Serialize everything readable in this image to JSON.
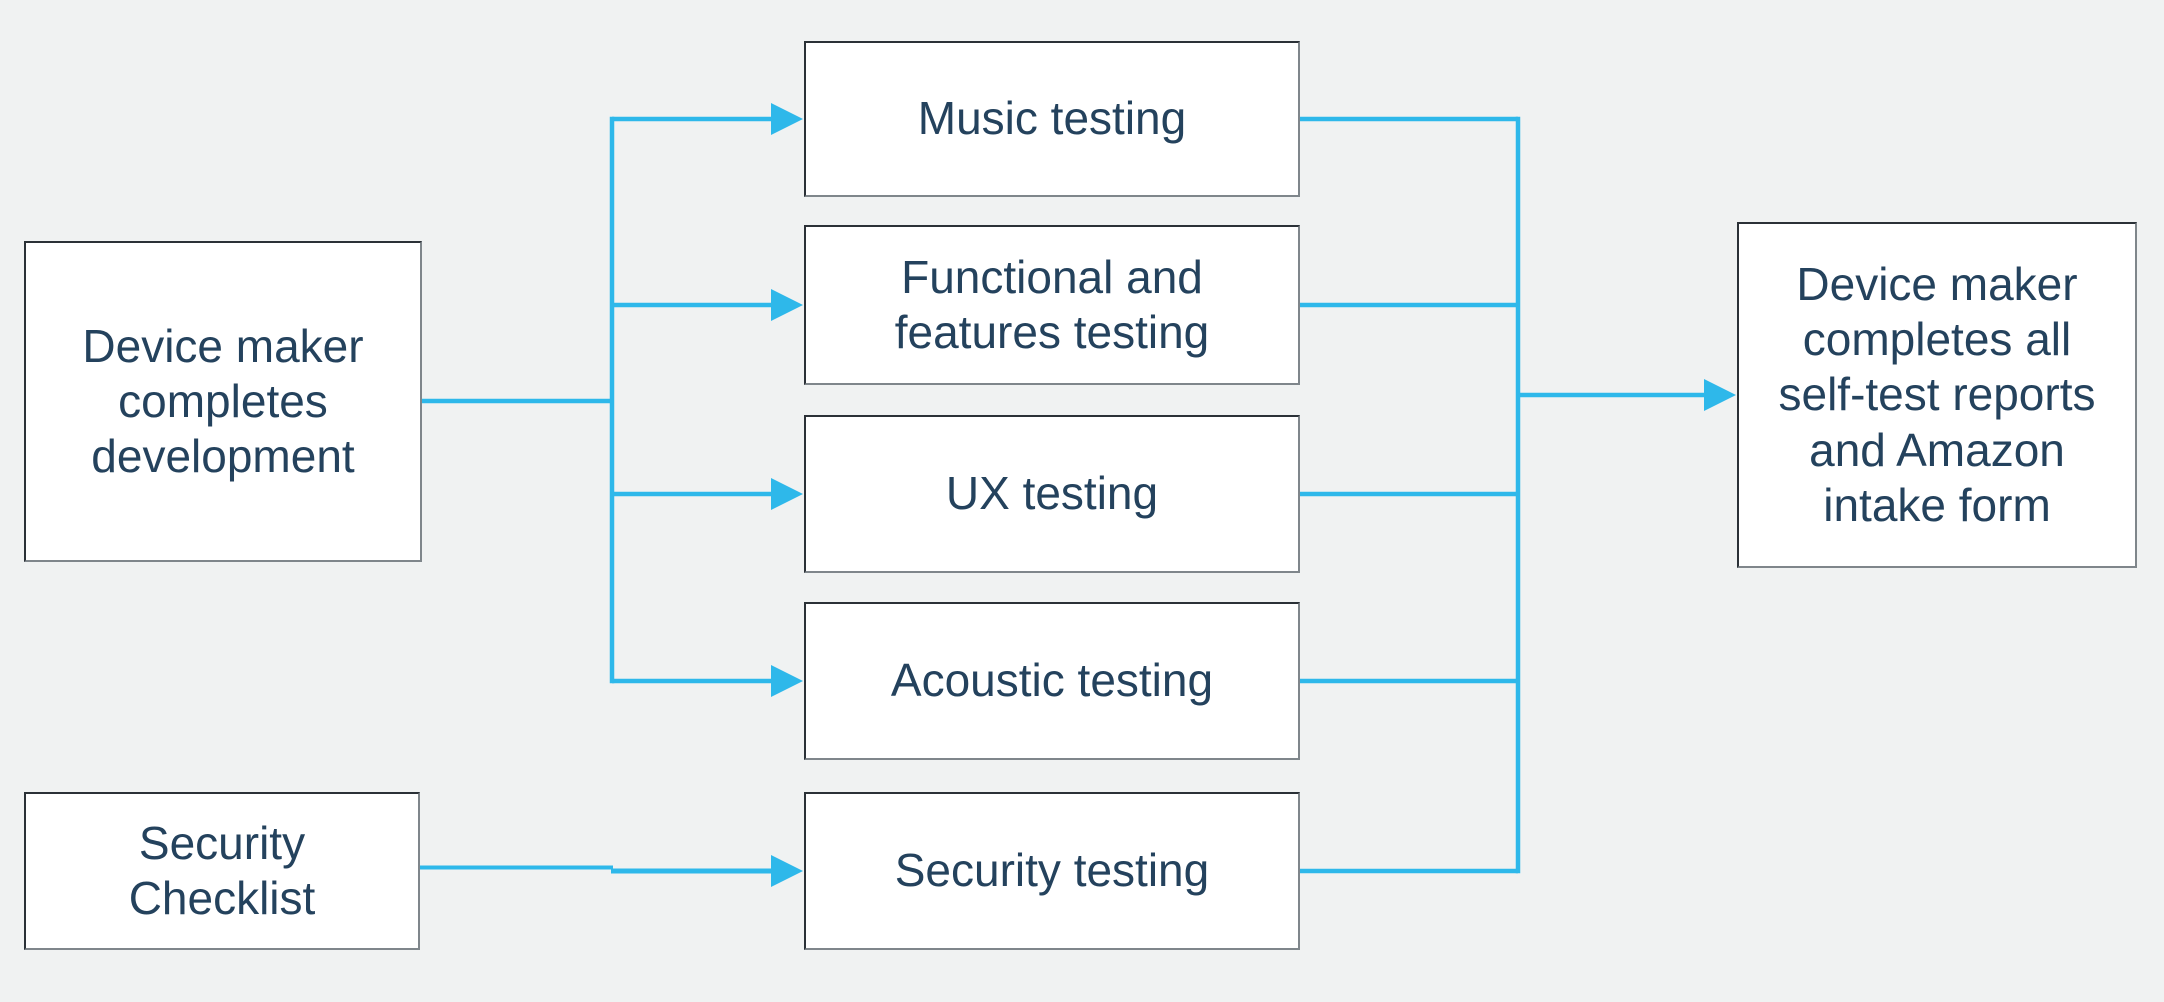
{
  "colors": {
    "canvas_bg": "#f0f2f2",
    "box_bg": "#ffffff",
    "box_border_dark": "#2b3137",
    "box_border_light": "#7f868b",
    "text": "#24425d",
    "connector": "#2eb8ea"
  },
  "diagram": {
    "nodes": {
      "device_development": {
        "label": "Device maker\ncompletes\ndevelopment"
      },
      "security_checklist": {
        "label": "Security\nChecklist"
      },
      "music_testing": {
        "label": "Music testing"
      },
      "functional_testing": {
        "label": "Functional and\nfeatures testing"
      },
      "ux_testing": {
        "label": "UX testing"
      },
      "acoustic_testing": {
        "label": "Acoustic testing"
      },
      "security_testing": {
        "label": "Security testing"
      },
      "intake_form": {
        "label": "Device maker\ncompletes all\nself-test reports\nand Amazon\nintake form"
      }
    },
    "edges": [
      {
        "from": "device_development",
        "to": "music_testing"
      },
      {
        "from": "device_development",
        "to": "functional_testing"
      },
      {
        "from": "device_development",
        "to": "ux_testing"
      },
      {
        "from": "device_development",
        "to": "acoustic_testing"
      },
      {
        "from": "security_checklist",
        "to": "security_testing"
      },
      {
        "from": "music_testing",
        "to": "intake_form"
      },
      {
        "from": "functional_testing",
        "to": "intake_form"
      },
      {
        "from": "ux_testing",
        "to": "intake_form"
      },
      {
        "from": "acoustic_testing",
        "to": "intake_form"
      },
      {
        "from": "security_testing",
        "to": "intake_form"
      }
    ]
  }
}
